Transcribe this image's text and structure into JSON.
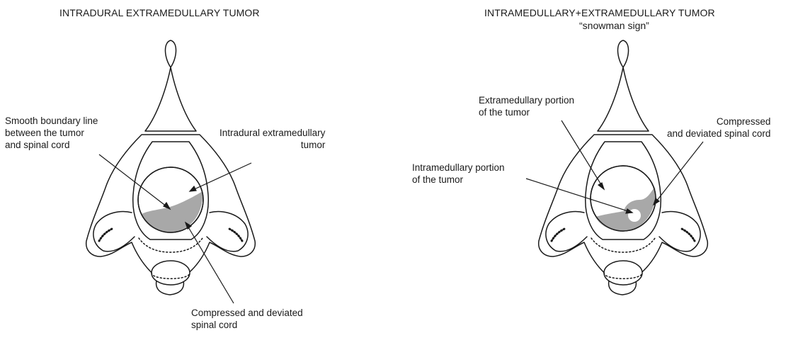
{
  "left_panel": {
    "title": "INTRADURAL EXTRAMEDULLARY TUMOR",
    "labels": {
      "boundary": "Smooth boundary line\nbetween the tumor\nand spinal cord",
      "tumor": "Intradural extramedullary\ntumor",
      "cord": "Compressed and deviated\nspinal cord"
    }
  },
  "right_panel": {
    "title": "INTRAMEDULLARY+EXTRAMEDULLARY TUMOR",
    "subtitle": "“snowman sign”",
    "labels": {
      "extramedullary": "Extramedullary portion\nof the tumor",
      "cord": "Compressed\nand deviated spinal cord",
      "intramedullary": "Intramedullary portion\nof the tumor"
    }
  },
  "colors": {
    "outline": "#1a1a1a",
    "cord_fill": "#a8a8a8",
    "background": "#ffffff"
  }
}
